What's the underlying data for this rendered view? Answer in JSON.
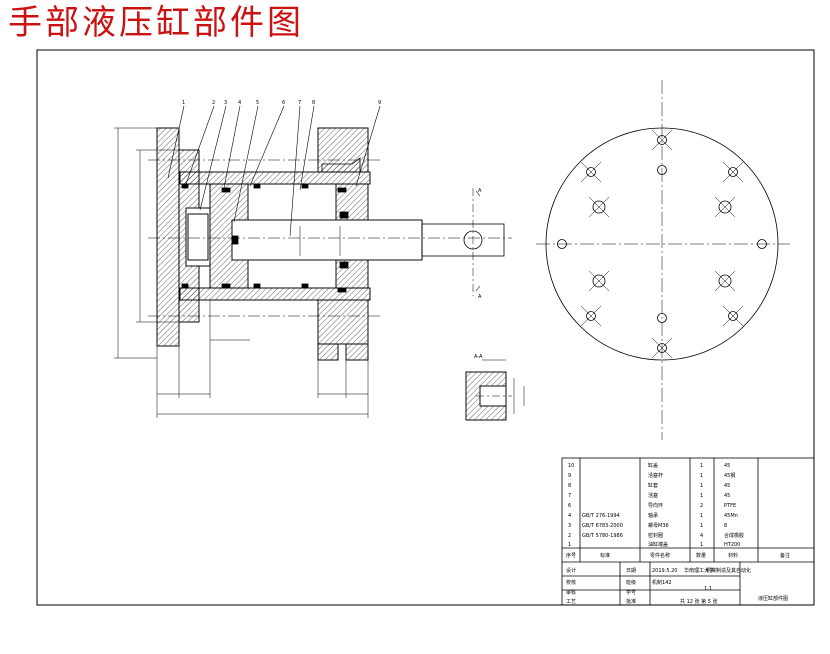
{
  "page": {
    "title": "手部液压缸部件图"
  },
  "colors": {
    "title": "#cc1111",
    "line": "#000000",
    "center_line": "#000000"
  },
  "balloons": [
    "1",
    "2",
    "3",
    "4",
    "5",
    "6",
    "7",
    "8",
    "9"
  ],
  "section_label": "A",
  "detail_label": "A-A",
  "bom": {
    "rows": [
      {
        "no": "10",
        "std": "",
        "name": "缸盖",
        "qty": "1",
        "mat": "45"
      },
      {
        "no": "9",
        "std": "",
        "name": "活塞杆",
        "qty": "1",
        "mat": "45钢"
      },
      {
        "no": "8",
        "std": "",
        "name": "缸套",
        "qty": "1",
        "mat": "45"
      },
      {
        "no": "7",
        "std": "",
        "name": "活塞",
        "qty": "1",
        "mat": "45"
      },
      {
        "no": "6",
        "std": "",
        "name": "导向环",
        "qty": "2",
        "mat": "PTFE"
      },
      {
        "no": "4",
        "std": "GB/T 276-1994",
        "name": "轴承",
        "qty": "1",
        "mat": "45Mn"
      },
      {
        "no": "3",
        "std": "GB/T 6783-2000",
        "name": "螺母M36",
        "qty": "1",
        "mat": "8"
      },
      {
        "no": "2",
        "std": "GB/T 5780-1986",
        "name": "密封圈",
        "qty": "4",
        "mat": "合成橡胶"
      },
      {
        "no": "1",
        "std": "",
        "name": "油缸端盖",
        "qty": "1",
        "mat": "HT200"
      }
    ],
    "header": {
      "no": "序号",
      "std": "标准",
      "name": "零件名称",
      "qty": "数量",
      "mat": "材料",
      "remark": "备注"
    }
  },
  "title_block": {
    "design": "设计",
    "check": "校核",
    "review": "审核",
    "process": "工艺",
    "date_label": "日期",
    "date": "2019.5.20",
    "school": "华南理工大学",
    "major": "机械制造及其自动化",
    "class_label": "班级",
    "class": "机制142",
    "id_label": "学号",
    "approve": "批准",
    "scale": "1:1",
    "sheets": "共 12 张 第 5 张",
    "drawing_name": "液压缸部件图"
  }
}
